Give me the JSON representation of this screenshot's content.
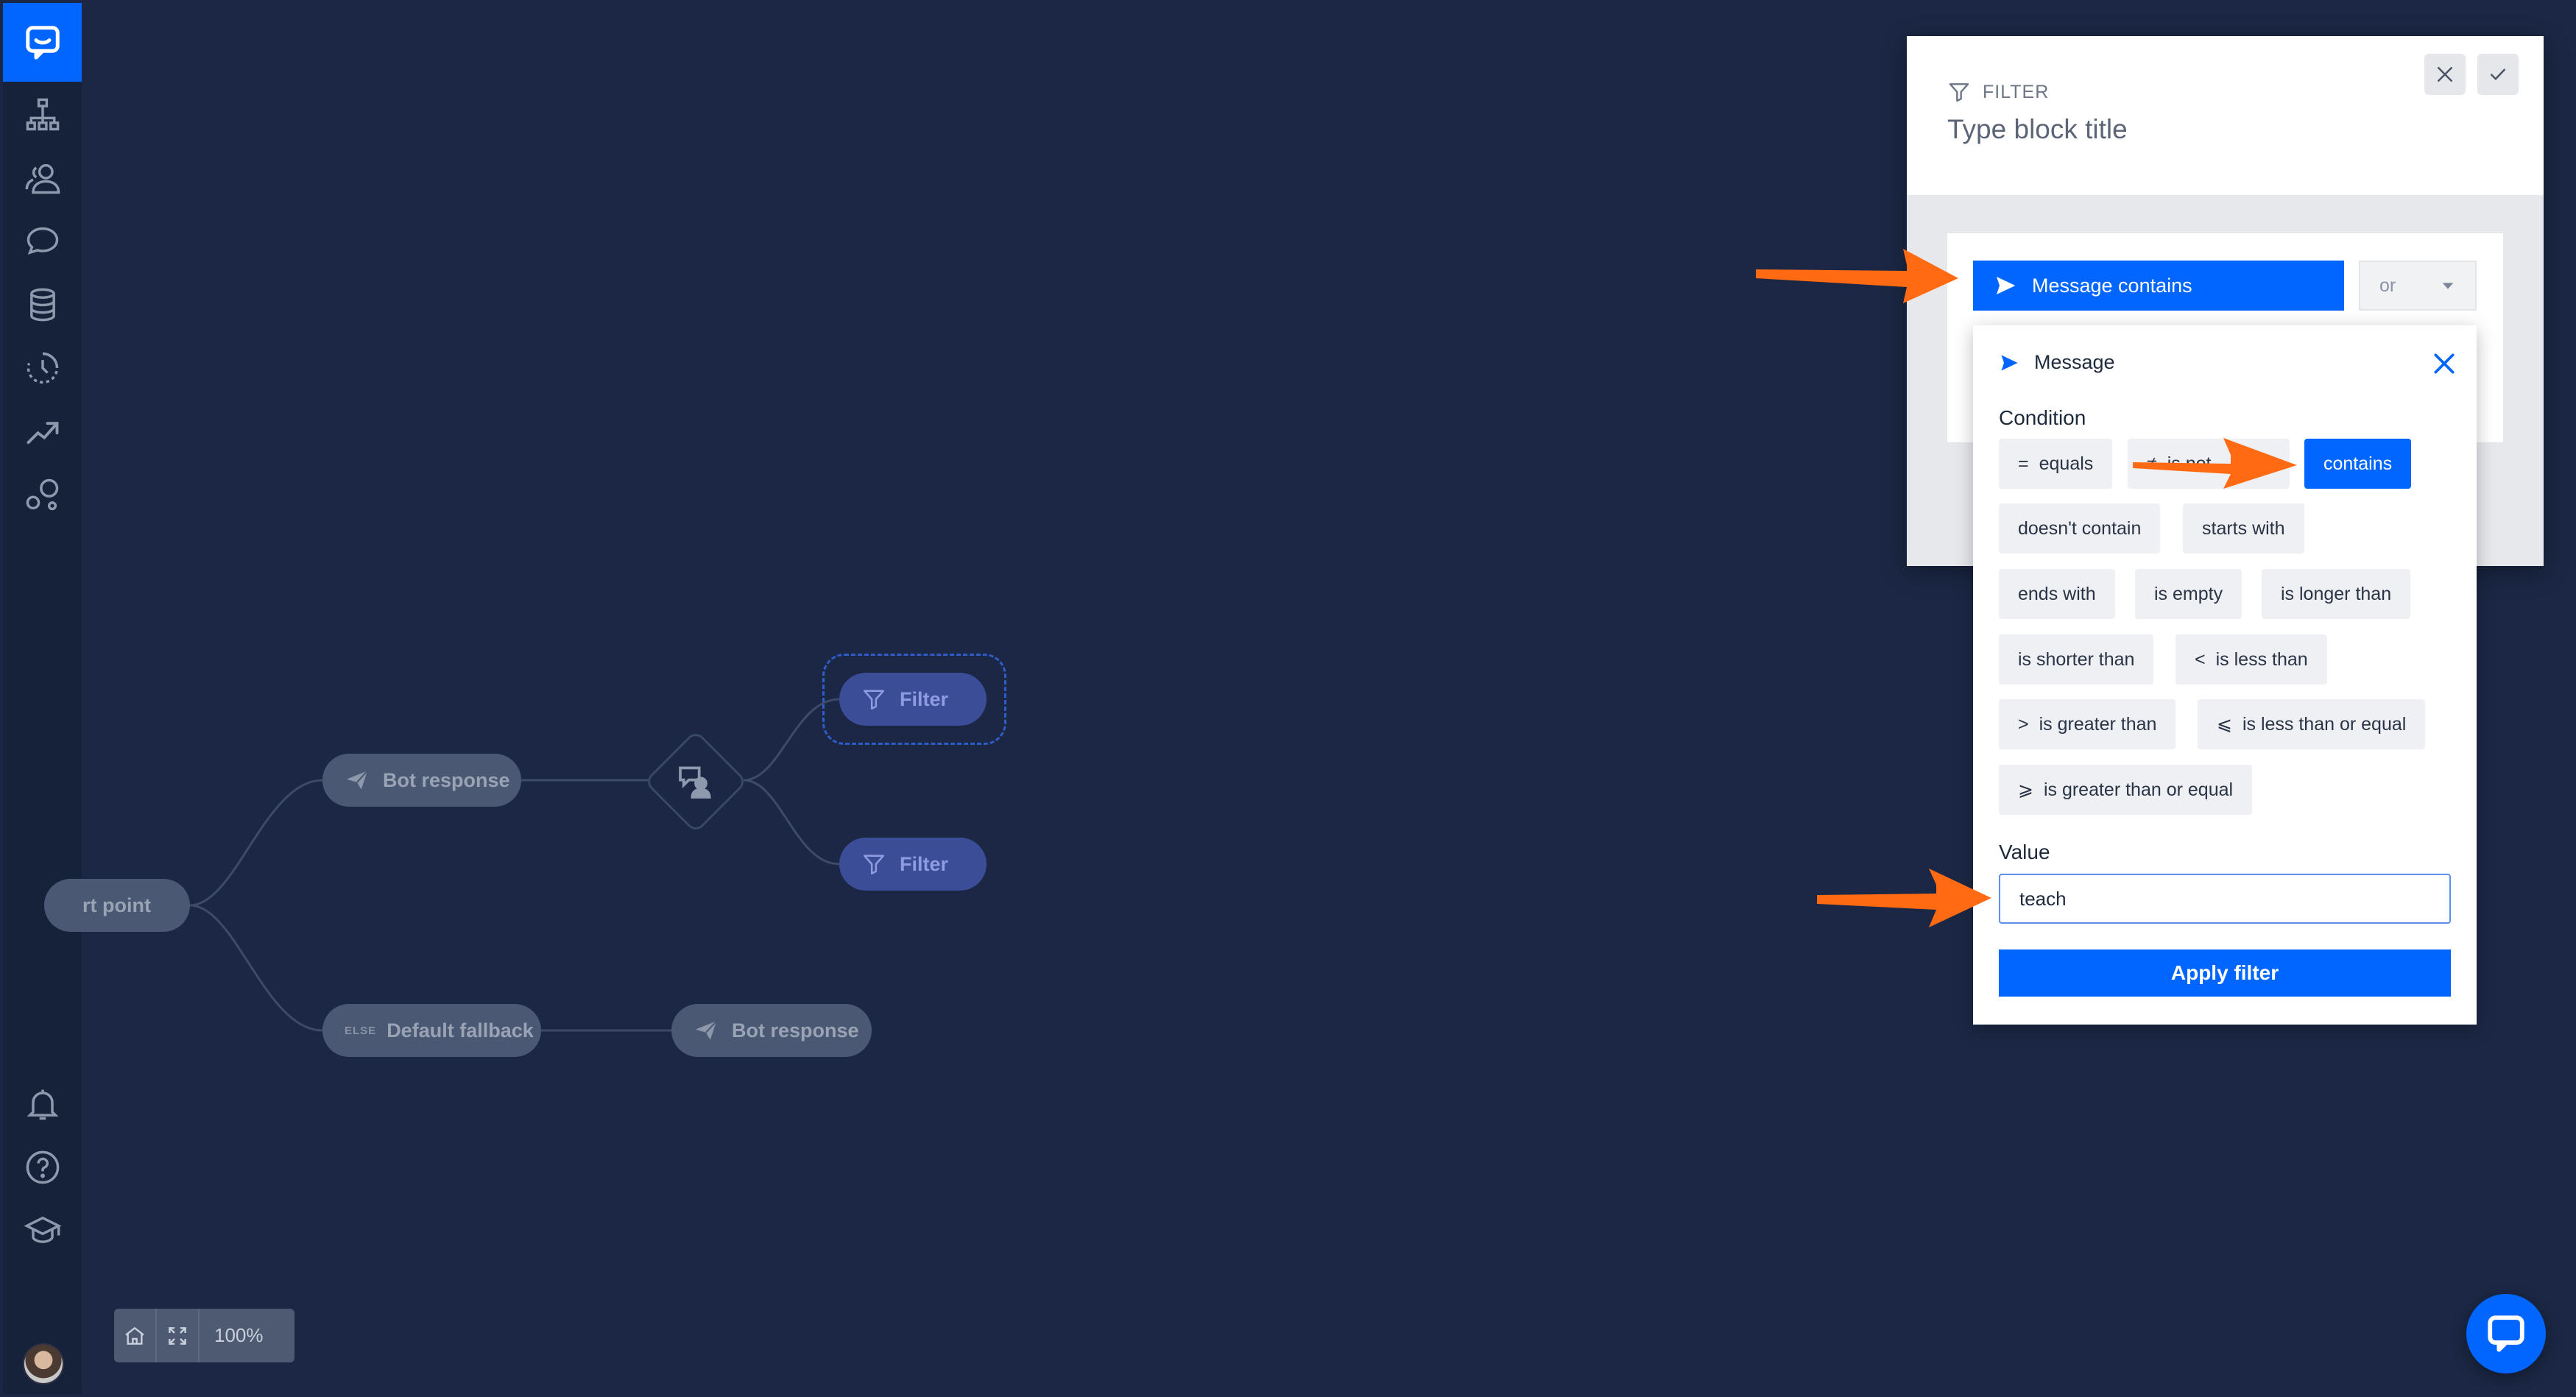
{
  "canvas": {
    "nodes": {
      "start": "rt point",
      "bot_response_1": "Bot response",
      "filter_1": "Filter",
      "filter_2": "Filter",
      "default_tag": "ELSE",
      "default_fallback": "Default fallback",
      "bot_response_2": "Bot response"
    },
    "zoom": "100%"
  },
  "sidebar": {
    "icons": [
      "chat-bubble-icon",
      "flow-tree-icon",
      "users-icon",
      "chat-icon",
      "database-icon",
      "history-icon",
      "trend-icon",
      "integrations-icon",
      "bell-icon",
      "help-icon",
      "academy-icon"
    ]
  },
  "panel": {
    "kind": "FILTER",
    "title": "Type block title",
    "rule_button": "Message contains",
    "operator": "or"
  },
  "popover": {
    "title": "Message",
    "condition_label": "Condition",
    "conditions": [
      {
        "symbol": "=",
        "label": "equals"
      },
      {
        "symbol": "≠",
        "label": "is not"
      },
      {
        "symbol": "",
        "label": "contains"
      },
      {
        "symbol": "",
        "label": "doesn't contain"
      },
      {
        "symbol": "",
        "label": "starts with"
      },
      {
        "symbol": "",
        "label": "ends with"
      },
      {
        "symbol": "",
        "label": "is empty"
      },
      {
        "symbol": "",
        "label": "is longer than"
      },
      {
        "symbol": "",
        "label": "is shorter than"
      },
      {
        "symbol": "<",
        "label": "is less than"
      },
      {
        "symbol": ">",
        "label": "is greater than"
      },
      {
        "symbol": "⩽",
        "label": "is less than or equal"
      },
      {
        "symbol": "⩾",
        "label": "is greater than or equal"
      }
    ],
    "value_label": "Value",
    "value": "teach",
    "apply_label": "Apply filter"
  },
  "colors": {
    "accent": "#0066ff",
    "canvas": "#1b2744",
    "annotation_arrow": "#ff6a13"
  }
}
